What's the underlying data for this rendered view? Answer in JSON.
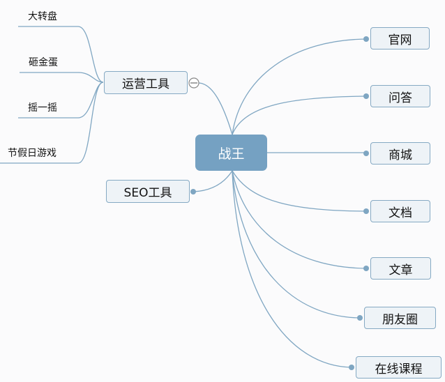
{
  "root": {
    "label": "战王"
  },
  "left_branches": [
    {
      "label": "运营工具",
      "collapsed": false,
      "children": [
        "大转盘",
        "砸金蛋",
        "摇一摇",
        "节假日游戏"
      ]
    },
    {
      "label": "SEO工具"
    }
  ],
  "right_branches": [
    "官网",
    "问答",
    "商城",
    "文档",
    "文章",
    "朋友圈",
    "在线课程"
  ],
  "colors": {
    "root": "#75a1c2",
    "edge": "#7fa6c2",
    "node_bg": "#eef3f7",
    "node_border": "#85a9c3"
  }
}
